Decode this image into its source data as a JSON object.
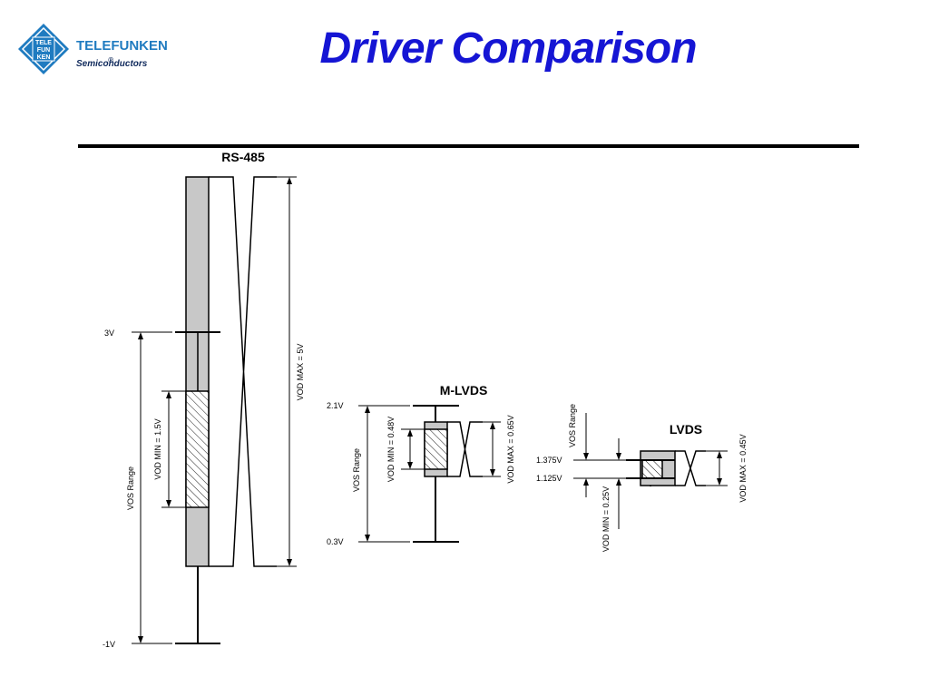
{
  "logo": {
    "grid": [
      "TELE",
      "FUN",
      "KEN"
    ],
    "name": "TELEFUNKEN",
    "subtitle": "Semiconductors",
    "registered": "®",
    "brand_color": "#1f7bc0"
  },
  "title": "Driver Comparison",
  "colors": {
    "title": "#1515d4",
    "bar_fill": "#c8c8c8"
  },
  "rs485": {
    "heading": "RS-485",
    "level_3v": "3V",
    "level_neg1v": "-1V",
    "vod_min": "VOD MIN = 1.5V",
    "vod_max": "VOD MAX = 5V",
    "vos_range": "VOS Range"
  },
  "mlvds": {
    "heading": "M-LVDS",
    "level_top": "2.1V",
    "level_bottom": "0.3V",
    "vod_min": "VOD MIN = 0.48V",
    "vod_max": "VOD MAX = 0.65V",
    "vos_range": "VOS Range"
  },
  "lvds": {
    "heading": "LVDS",
    "level_top": "1.375V",
    "level_bottom": "1.125V",
    "vod_min": "VOD MIN = 0.25V",
    "vod_max": "VOD MAX = 0.45V",
    "vos_range": "VOS Range"
  }
}
